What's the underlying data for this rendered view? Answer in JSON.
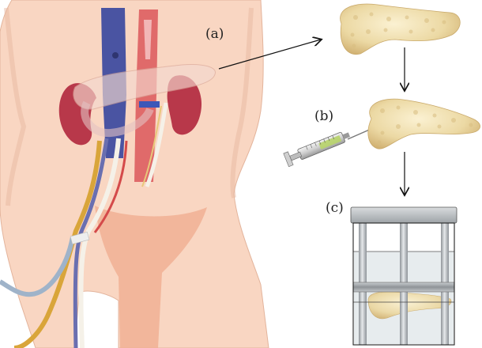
{
  "figure": {
    "labels": {
      "a": "(a)",
      "b": "(b)",
      "c": "(c)"
    },
    "colors": {
      "skin": "#f9d6c2",
      "skin_shadow": "#e9b8a0",
      "pelvis": "#f1b094",
      "kidney": "#b8384a",
      "aorta": "#e06a6a",
      "vena_cava": "#4a54a2",
      "pancreas": "#ecd9a4",
      "pancreas_edge": "#c9a96a",
      "gold_tube": "#d9a53a",
      "blue_tube": "#9fb3c9",
      "chamber_fill": "#e7ecee",
      "chamber_frame": "#777777",
      "rod": "#a9aeb2",
      "arrow": "#111111"
    },
    "icons": [
      "anatomy-torso",
      "pancreas",
      "syringe",
      "perfusion-chamber"
    ]
  }
}
